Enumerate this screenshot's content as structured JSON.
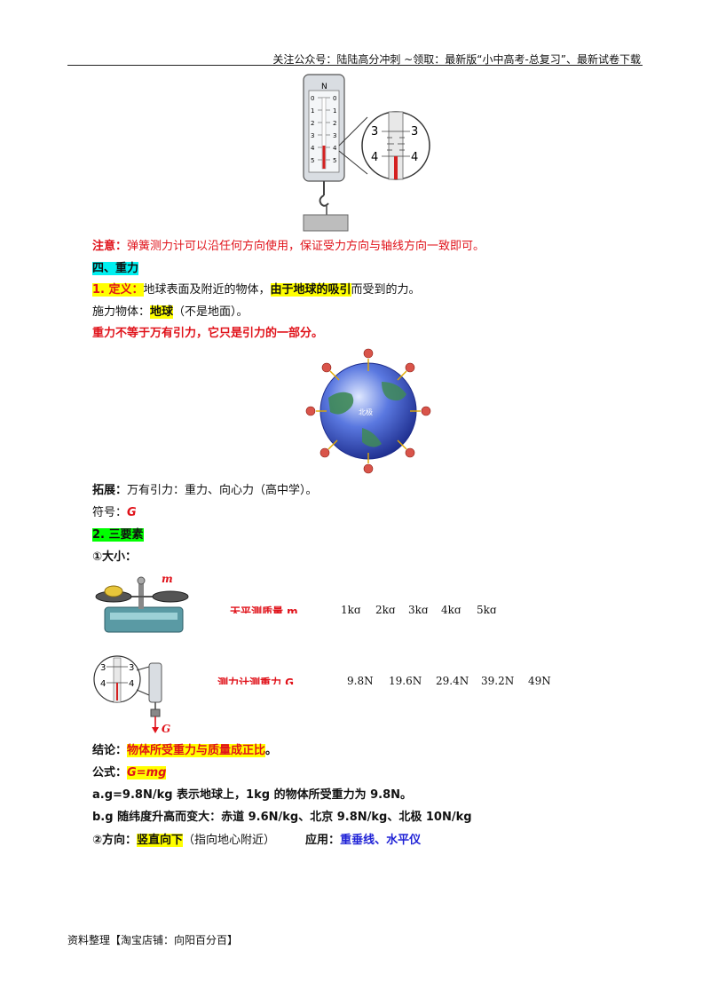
{
  "header": {
    "text": "关注公众号：陆陆高分冲刺  ~领取：最新版“小中高考-总复习”、最新试卷下载"
  },
  "spring_scale": {
    "unit": "N",
    "left_ticks": [
      "0",
      "1",
      "2",
      "3",
      "4",
      "5"
    ],
    "right_ticks": [
      "0",
      "1",
      "2",
      "3",
      "4",
      "5"
    ],
    "zoom_ticks": [
      "3",
      "4"
    ]
  },
  "note": {
    "label": "注意：",
    "text": "弹簧测力计可以沿任何方向使用，保证受力方向与轴线方向一致即可。"
  },
  "section4": {
    "title": "四、重力"
  },
  "definition": {
    "label": "1. 定义：",
    "text_a": "地球表面及附近的物体，",
    "highlight": "由于地球的吸引",
    "text_b": "而受到的力。"
  },
  "applier": {
    "label": "施力物体：",
    "highlight": "地球",
    "text": "（不是地面）。"
  },
  "gravity_note": "重力不等于万有引力，它只是引力的一部分。",
  "globe": {
    "label": "北极"
  },
  "extension": {
    "label": "拓展：",
    "text": "万有引力：重力、向心力（高中学）。"
  },
  "symbol": {
    "label": "符号：",
    "value": "G"
  },
  "three_elements": {
    "title": "2. 三要素"
  },
  "magnitude": {
    "title": "①大小："
  },
  "balance": {
    "mass_symbol": "m",
    "label": "天平测质量 m",
    "values": [
      "1kg",
      "2kg",
      "3kg",
      "4kg",
      "5kg"
    ]
  },
  "force_meter": {
    "ticks": [
      "3",
      "4"
    ],
    "weight_symbol": "G",
    "label": "测力计测重力 G",
    "values": [
      "9.8N",
      "19.6N",
      "29.4N",
      "39.2N",
      "49N"
    ]
  },
  "conclusion": {
    "label": "结论：",
    "highlight": "物体所受重力与质量成正比",
    "end": "。"
  },
  "formula": {
    "label": "公式：",
    "value": "G=mg"
  },
  "point_a": "a.g=9.8N/kg 表示地球上，1kg 的物体所受重力为 9.8N。",
  "point_b": "b.g 随纬度升高而变大：赤道 9.6N/kg、北京 9.8N/kg、北极 10N/kg",
  "direction": {
    "label": "②方向：",
    "highlight": "竖直向下",
    "text": "（指向地心附近）",
    "app_label": "应用：",
    "app_value": "重垂线、水平仪"
  },
  "footer": {
    "text": "资料整理【淘宝店铺：向阳百分百】"
  }
}
